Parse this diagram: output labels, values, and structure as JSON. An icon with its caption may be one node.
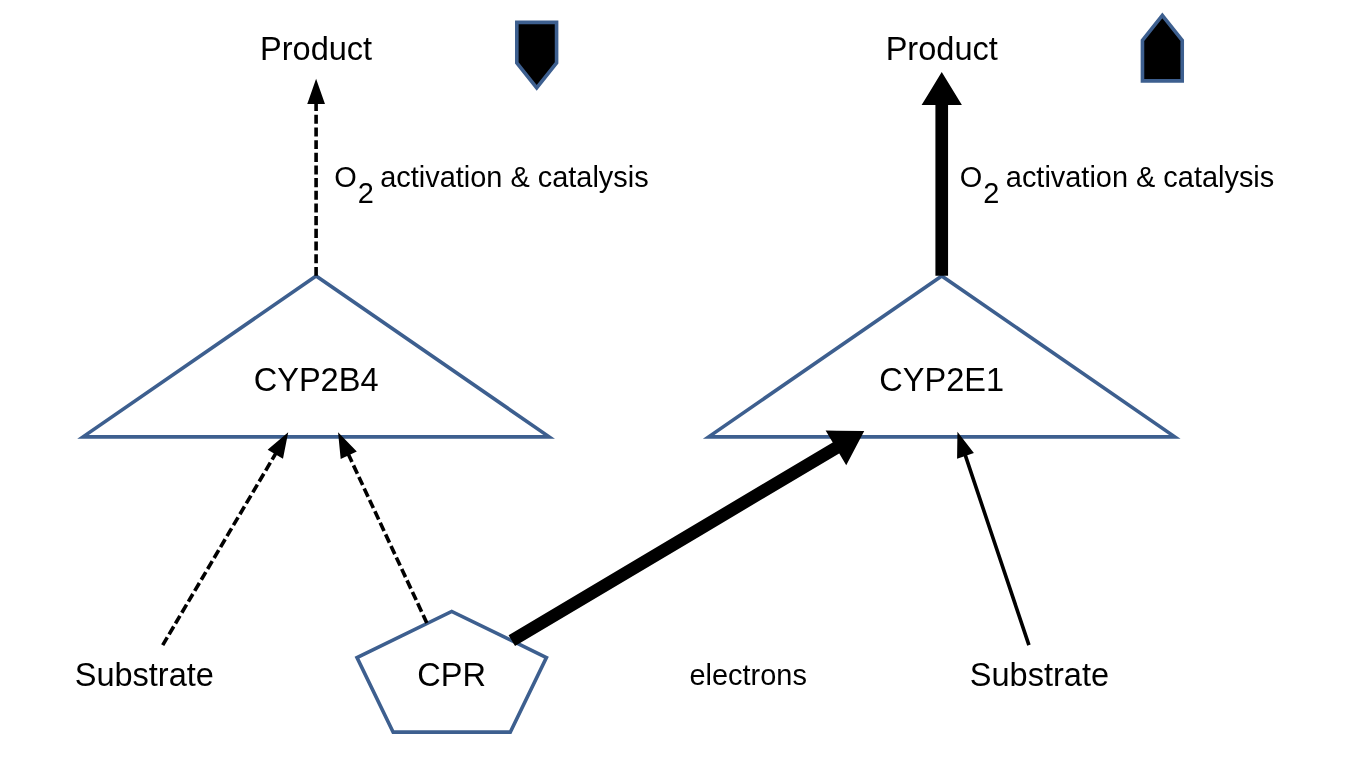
{
  "diagram": {
    "nodes": [
      {
        "text": [
          "Product"
        ]
      },
      {
        "text": [],
        "shape": "down-arrow"
      },
      {
        "text": [
          "Product"
        ]
      },
      {
        "text": [],
        "shape": "up-arrow"
      },
      {
        "text": [
          "Substrate"
        ]
      },
      {
        "text": [
          "Substrate"
        ]
      },
      {
        "text": [
          "CYP2B4"
        ]
      },
      {
        "text": [
          "CYP2E1"
        ]
      },
      {
        "text": [
          "CPR"
        ]
      }
    ],
    "edges": [
      {
        "from": 4,
        "to": 6,
        "arrow": "to",
        "style": "dashed"
      },
      {
        "from": 5,
        "to": 7,
        "arrow": "to"
      },
      {
        "from": 6,
        "to": 0,
        "arrow": "to",
        "style": "dashed",
        "label": "O$_{2}$ activation & catalysis"
      },
      {
        "from": 7,
        "to": 2,
        "arrow": "to",
        "style": "thick",
        "label": "O$_{2}$ activation & catalysis"
      },
      {
        "from": 8,
        "to": 6,
        "arrow": "to",
        "style": "dashed"
      },
      {
        "from": 8,
        "to": 7,
        "arrow": "to",
        "style": "thick"
      }
    ],
    "labels": [
      "electrons"
    ]
  }
}
